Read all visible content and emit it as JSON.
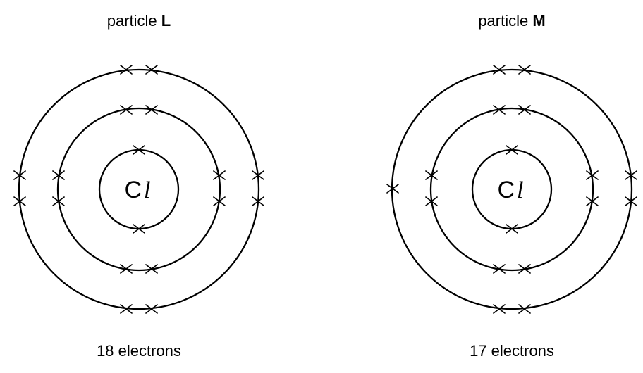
{
  "particles": [
    {
      "label_prefix": "particle",
      "label_letter": "L",
      "symbol_main": "C",
      "symbol_tail": "l",
      "electron_count_text": "18 electrons",
      "shells": [
        {
          "electrons": 2
        },
        {
          "electrons": 8
        },
        {
          "electrons": 8
        }
      ]
    },
    {
      "label_prefix": "particle",
      "label_letter": "M",
      "symbol_main": "C",
      "symbol_tail": "l",
      "electron_count_text": "17 electrons",
      "shells": [
        {
          "electrons": 2
        },
        {
          "electrons": 8
        },
        {
          "electrons": 7
        }
      ]
    }
  ]
}
